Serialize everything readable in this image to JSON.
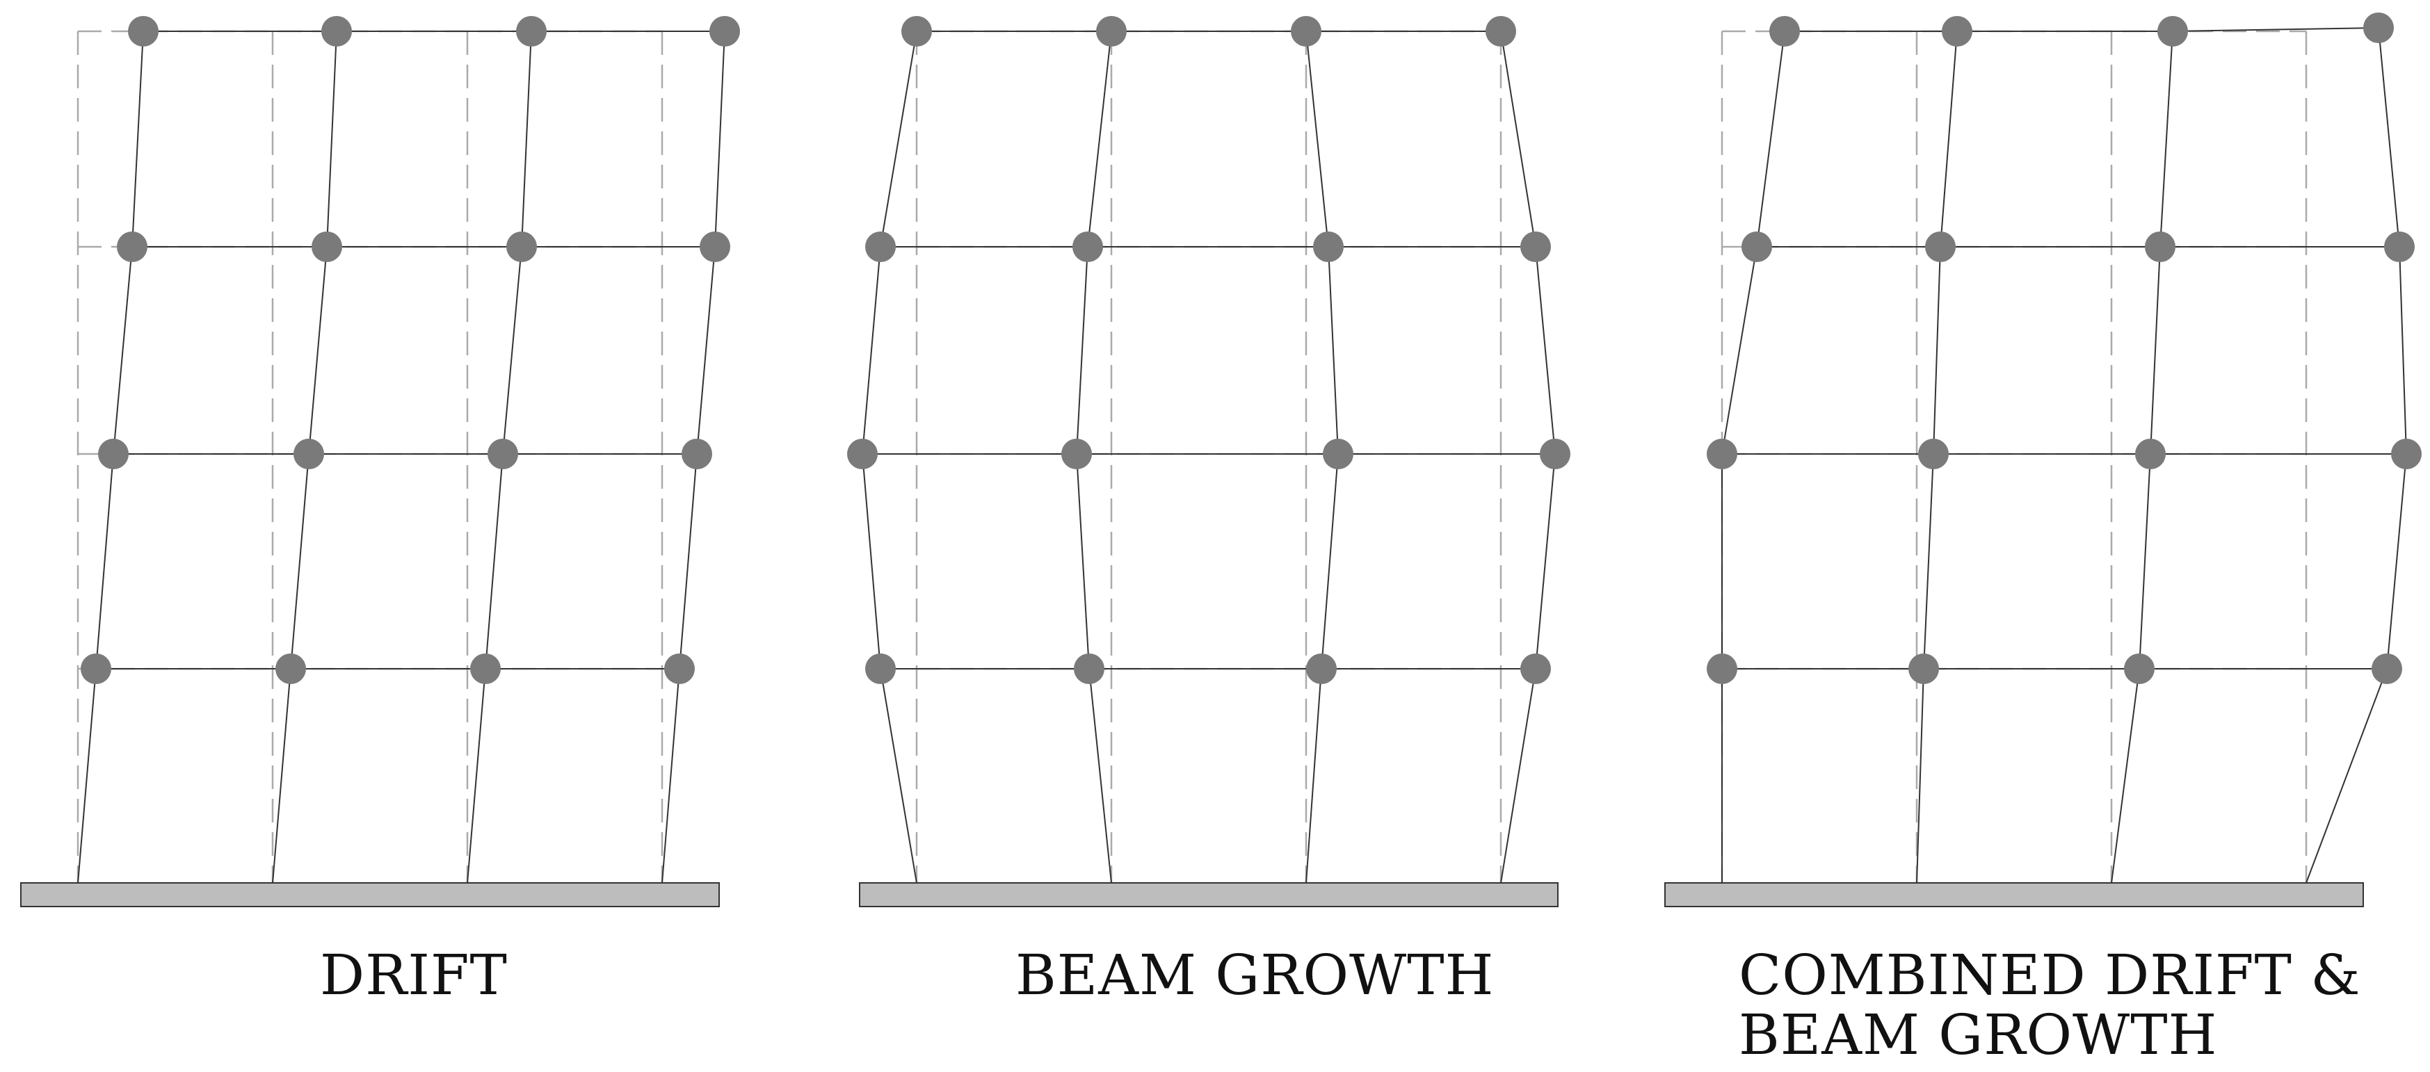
{
  "captions": {
    "drift": "DRIFT",
    "beam_growth": "BEAM GROWTH",
    "combined_line1": "COMBINED DRIFT &",
    "combined_line2": "BEAM GROWTH"
  },
  "colors": {
    "node": "#7a7a7a",
    "base": "#bdbdbd",
    "deformed_line": "#333333",
    "original_grid": "#aaaaaa"
  }
}
